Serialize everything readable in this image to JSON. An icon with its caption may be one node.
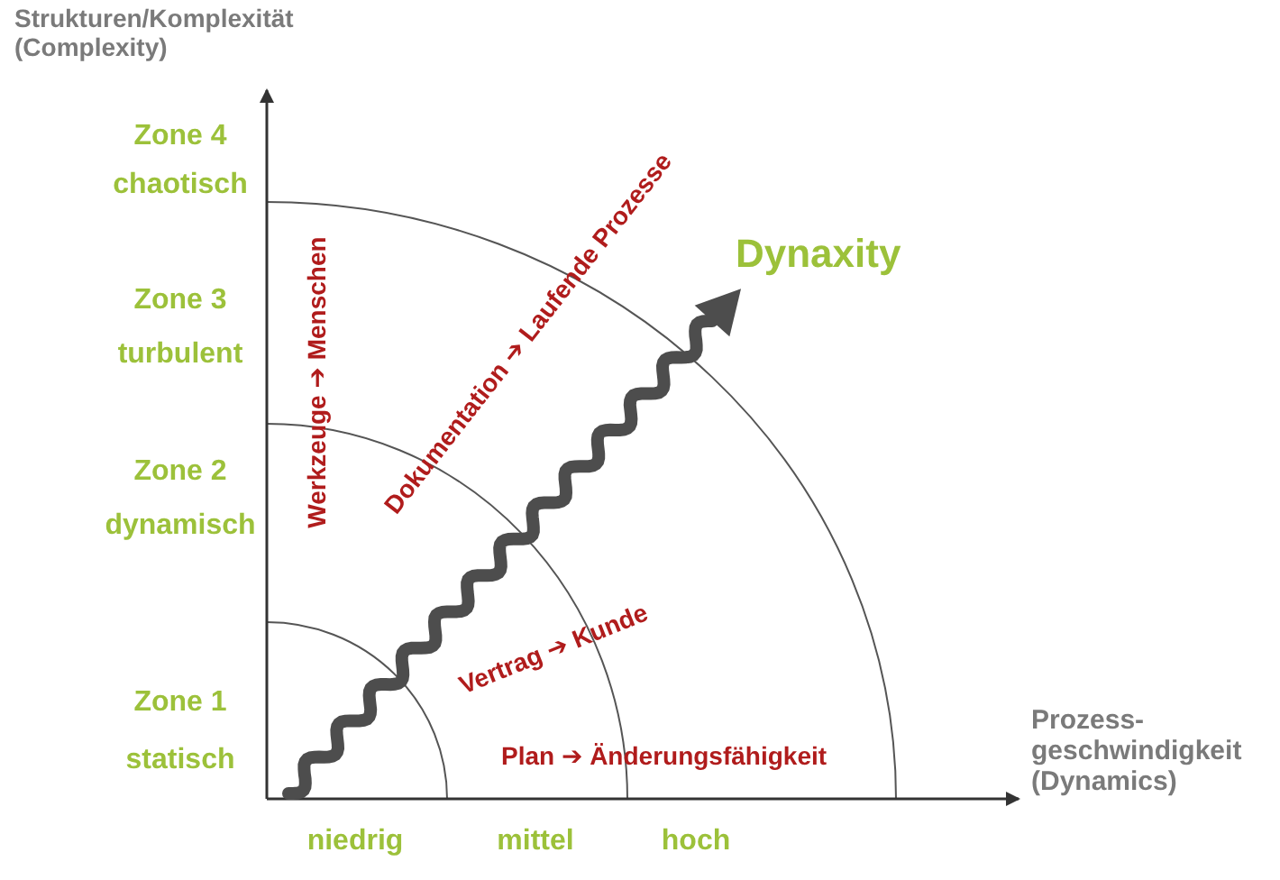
{
  "diagram": {
    "labels": [
      "Strukturen/Komplexität (Complexity)",
      "Zone 4 chaotisch",
      "Zone 3 turbulent",
      "Zone 2 dynamisch",
      "Zone 1 statisch",
      "Werkzeuge ➔ Menschen",
      "Dokumentation ➔ Laufende Prozesse",
      "Dynaxity",
      "Vertrag ➔ Kunde",
      "Plan ➔ Änderungsfähigkeit",
      "Prozess- geschwindigkeit (Dynamics)",
      "niedrig",
      "mittel",
      "hoch"
    ]
  }
}
